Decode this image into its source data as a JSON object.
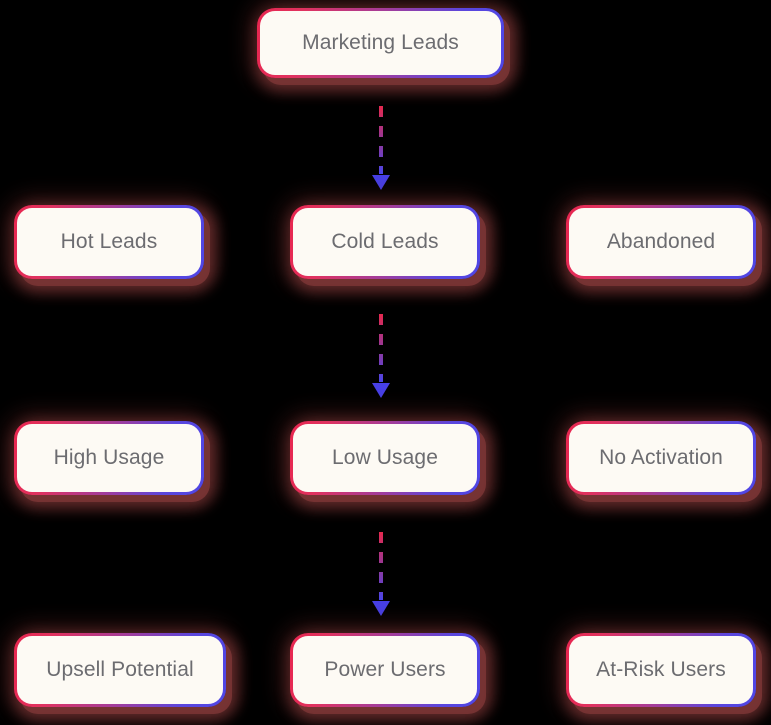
{
  "diagram": {
    "type": "flowchart",
    "background_color": "#000000",
    "node_fill_color": "#fdfaf4",
    "node_text_color": "#6c6c70",
    "border_gradient_start": "#e8264f",
    "border_gradient_end": "#4f46e5",
    "glow_color": "#783434",
    "arrow_gradient_start": "#e5294f",
    "arrow_gradient_end": "#4740e6",
    "rows": [
      {
        "row_index": 1,
        "nodes": [
          {
            "id": "marketing-leads",
            "label": "Marketing Leads",
            "column": 2
          }
        ]
      },
      {
        "row_index": 2,
        "nodes": [
          {
            "id": "hot-leads",
            "label": "Hot Leads",
            "column": 1
          },
          {
            "id": "cold-leads",
            "label": "Cold Leads",
            "column": 2
          },
          {
            "id": "abandoned",
            "label": "Abandoned",
            "column": 3
          }
        ]
      },
      {
        "row_index": 3,
        "nodes": [
          {
            "id": "high-usage",
            "label": "High Usage",
            "column": 1
          },
          {
            "id": "low-usage",
            "label": "Low Usage",
            "column": 2
          },
          {
            "id": "no-activation",
            "label": "No Activation",
            "column": 3
          }
        ]
      },
      {
        "row_index": 4,
        "nodes": [
          {
            "id": "upsell-potential",
            "label": "Upsell Potential",
            "column": 1
          },
          {
            "id": "power-users",
            "label": "Power Users",
            "column": 2
          },
          {
            "id": "at-risk-users",
            "label": "At-Risk Users",
            "column": 3
          }
        ]
      }
    ],
    "edges": [
      {
        "id": "edge-1",
        "from": "marketing-leads",
        "to": "cold-leads",
        "style": "dashed",
        "direction": "down",
        "icon": "arrow-down-icon"
      },
      {
        "id": "edge-2",
        "from": "cold-leads",
        "to": "low-usage",
        "style": "dashed",
        "direction": "down",
        "icon": "arrow-down-icon"
      },
      {
        "id": "edge-3",
        "from": "low-usage",
        "to": "power-users",
        "style": "dashed",
        "direction": "down",
        "icon": "arrow-down-icon"
      }
    ]
  }
}
